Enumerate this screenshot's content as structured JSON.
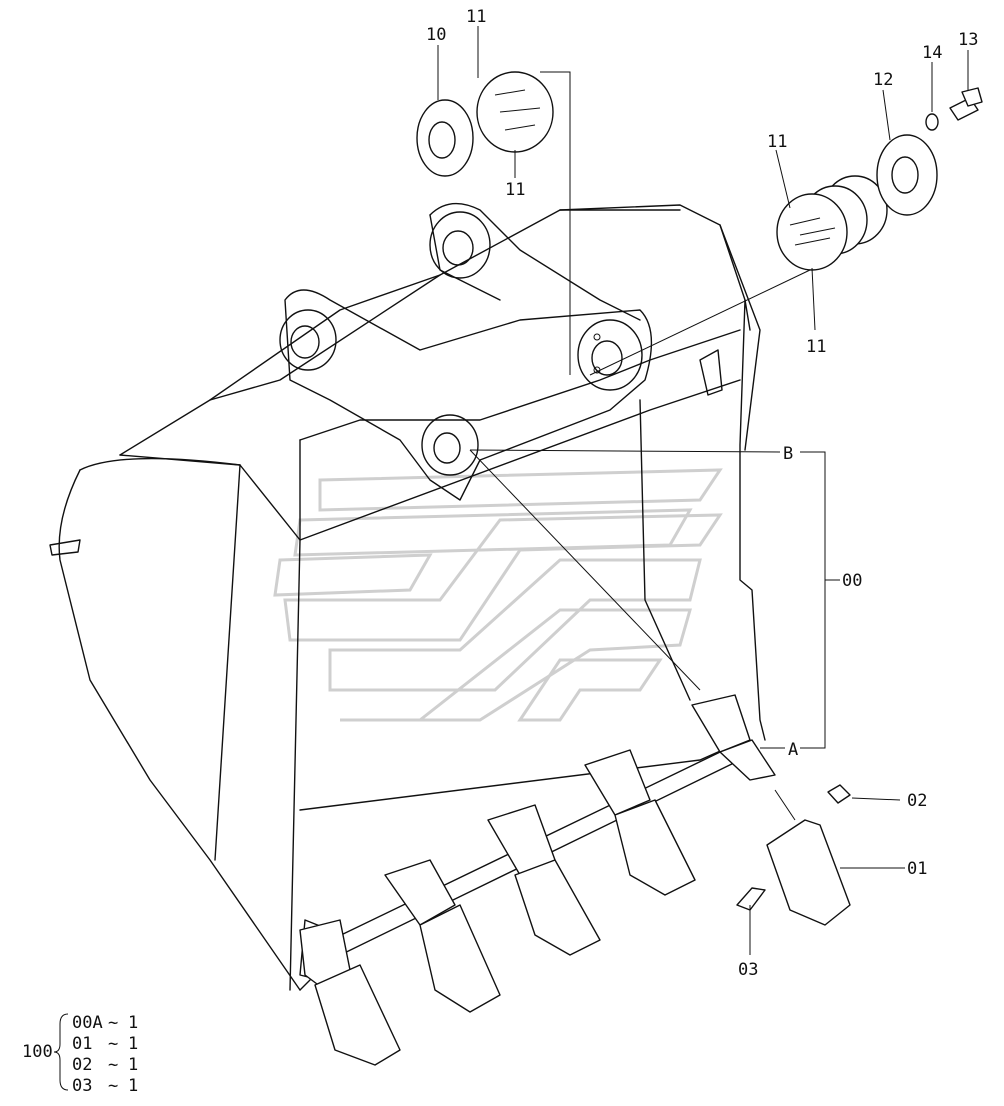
{
  "callouts": {
    "c10": "10",
    "c11a": "11",
    "c11b": "11",
    "c11c": "11",
    "c11d": "11",
    "c12": "12",
    "c13": "13",
    "c14": "14",
    "cB": "B",
    "cA": "A",
    "c00": "00",
    "c02": "02",
    "c01": "01",
    "c03": "03"
  },
  "assembly_table": {
    "prefix": "100",
    "rows": [
      {
        "code": "00A",
        "sep": "~",
        "qty": "1"
      },
      {
        "code": "01",
        "sep": "~",
        "qty": "1"
      },
      {
        "code": "02",
        "sep": "~",
        "qty": "1"
      },
      {
        "code": "03",
        "sep": "~",
        "qty": "1"
      }
    ]
  }
}
